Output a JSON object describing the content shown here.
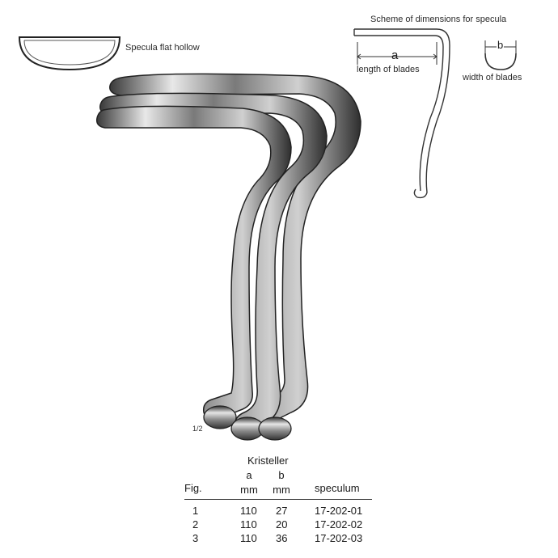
{
  "hollow_label": "Specula flat hollow",
  "scheme": {
    "title": "Scheme of dimensions for specula",
    "a_symbol": "a",
    "a_caption": "length of blades",
    "b_symbol": "b",
    "b_caption": "width of blades"
  },
  "scale_note": "1/2",
  "table": {
    "title": "Kristeller",
    "col_fig": "Fig.",
    "col_a": "a",
    "col_a_unit": "mm",
    "col_b": "b",
    "col_b_unit": "mm",
    "col_spec": "speculum",
    "rows": [
      {
        "fig": "1",
        "a": "110",
        "b": "27",
        "spec": "17-202-01"
      },
      {
        "fig": "2",
        "a": "110",
        "b": "20",
        "spec": "17-202-02"
      },
      {
        "fig": "3",
        "a": "110",
        "b": "36",
        "spec": "17-202-03"
      }
    ]
  }
}
